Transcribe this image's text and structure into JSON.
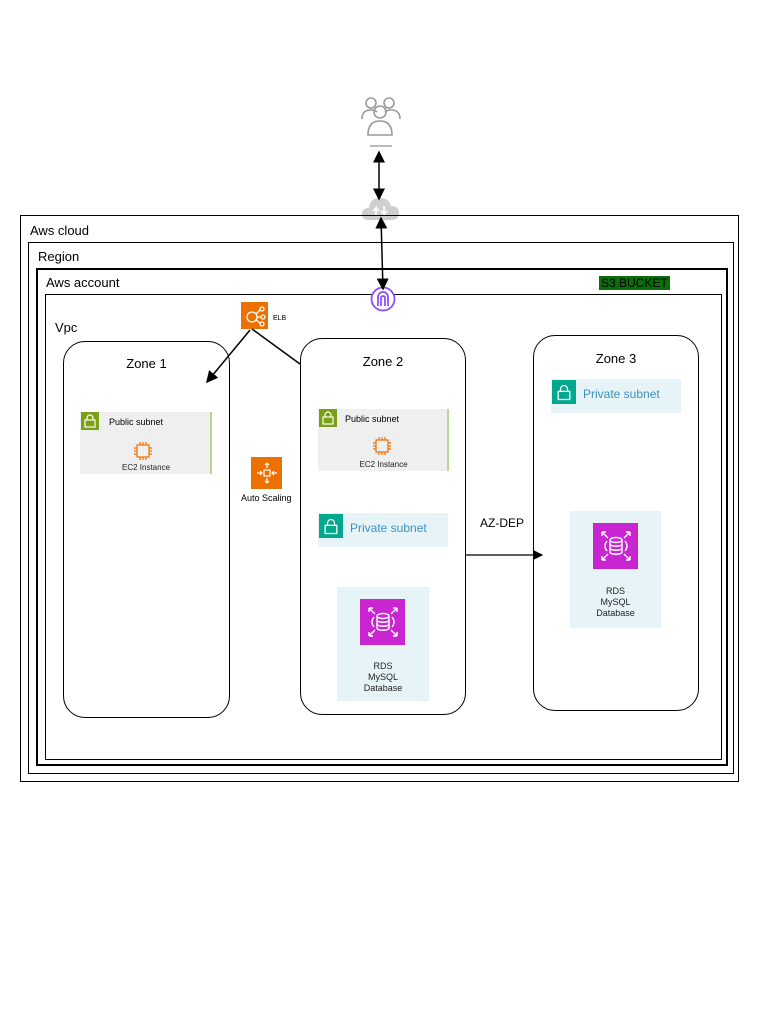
{
  "containers": {
    "cloud": "Aws cloud",
    "region": "Region",
    "account": "Aws account",
    "vpc": "Vpc",
    "s3_bucket": "S3 BUCKET"
  },
  "services": {
    "elb": "ELB",
    "auto_scaling": "Auto Scaling"
  },
  "zones": [
    {
      "title": "Zone 1",
      "public_subnet": "Public subnet",
      "ec2": "EC2 Instance"
    },
    {
      "title": "Zone 2",
      "public_subnet": "Public subnet",
      "ec2": "EC2 Instance",
      "private_subnet": "Private subnet",
      "rds": [
        "RDS",
        "MySQL",
        "Database"
      ]
    },
    {
      "title": "Zone 3",
      "private_subnet": "Private subnet",
      "rds": [
        "RDS",
        "MySQL",
        "Database"
      ]
    }
  ],
  "connections": {
    "az_dep": "AZ-DEP"
  },
  "colors": {
    "public_subnet_icon": "#7aa116",
    "private_subnet_icon": "#01a88d",
    "private_subnet_text": "#3f8fc1",
    "compute_orange": "#ed7100",
    "database_magenta": "#c925d1",
    "igw_purple": "#8c4fff",
    "s3_label_bg": "#0b6e0b"
  }
}
